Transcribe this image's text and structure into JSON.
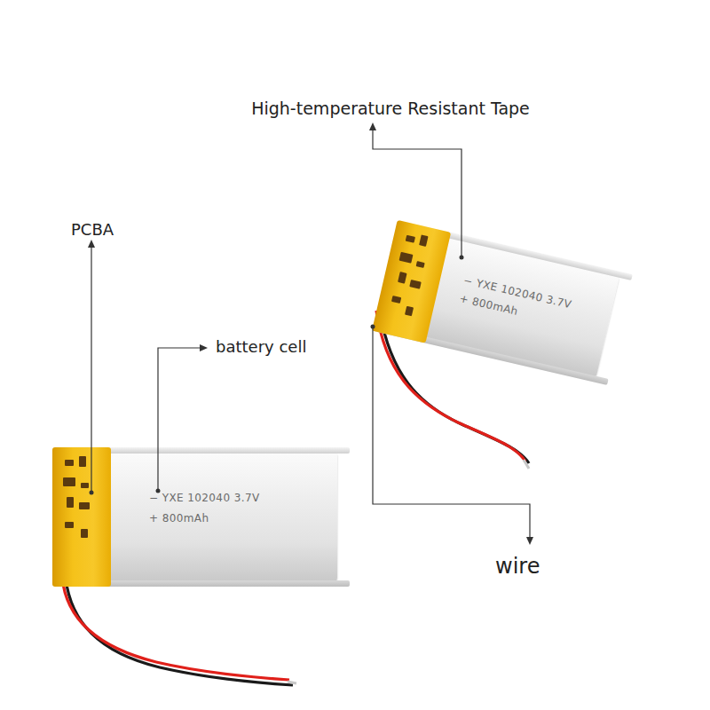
{
  "diagram": {
    "nodes": [
      {
        "text": [
          "− YXE 102040 3.7V",
          "+ 800mAh"
        ]
      },
      {
        "text": [
          "− YXE 102040 3.7V",
          "+ 800mAh"
        ]
      }
    ],
    "labels": [
      "High-temperature Resistant Tape",
      "PCBA",
      "battery cell",
      "wire"
    ]
  }
}
